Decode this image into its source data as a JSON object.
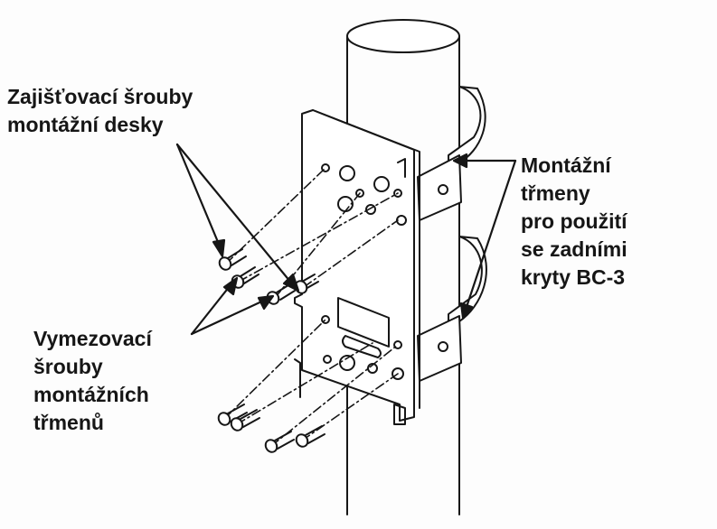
{
  "labels": {
    "locking_screws": "Zajišťovací šrouby\nmontážní desky",
    "spacer_screws": "Vymezovací\nšrouby\nmontážních\ntřmenů",
    "brackets": "Montážní\ntřmeny\npro použití\nse zadními\nkryty BC-3"
  },
  "colors": {
    "ink": "#161616",
    "paper": "#fdfdfd"
  }
}
